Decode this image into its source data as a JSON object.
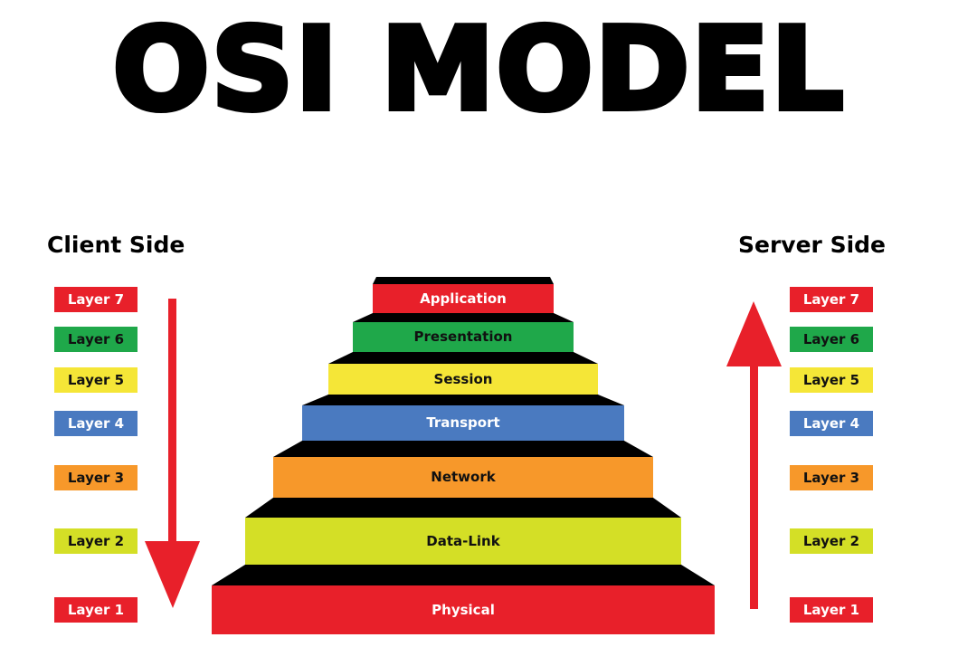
{
  "title": "OSI MODEL",
  "client_heading": "Client Side",
  "server_heading": "Server Side",
  "layers": [
    {
      "badge": "Layer 7",
      "name": "Application",
      "color": "#e8202a",
      "text_color": "#ffffff"
    },
    {
      "badge": "Layer 6",
      "name": "Presentation",
      "color": "#1fa84a",
      "text_color": "#111111"
    },
    {
      "badge": "Layer 5",
      "name": "Session",
      "color": "#f5e637",
      "text_color": "#111111"
    },
    {
      "badge": "Layer 4",
      "name": "Transport",
      "color": "#4a7ac0",
      "text_color": "#ffffff"
    },
    {
      "badge": "Layer 3",
      "name": "Network",
      "color": "#f7982a",
      "text_color": "#111111"
    },
    {
      "badge": "Layer 2",
      "name": "Data-Link",
      "color": "#d4df26",
      "text_color": "#111111"
    },
    {
      "badge": "Layer 1",
      "name": "Physical",
      "color": "#e8202a",
      "text_color": "#ffffff"
    }
  ],
  "arrow_color": "#e8202a"
}
